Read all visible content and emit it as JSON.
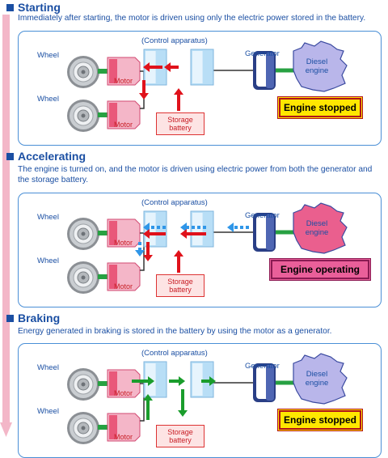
{
  "sections": [
    {
      "title": "Starting",
      "description": "Immediately after starting, the motor is driven using only the electric power stored in the battery.",
      "control_label": "(Control apparatus)",
      "wheel_labels": [
        "Wheel",
        "Wheel"
      ],
      "motor_labels": [
        "Motor",
        "Motor"
      ],
      "generator_label": "Generator",
      "engine_label": "Diesel engine",
      "battery_label": "Storage battery",
      "status": "Engine stopped",
      "status_style": "stopped",
      "engine_color": "#b9b6ea",
      "flow": "battery-to-motor"
    },
    {
      "title": "Accelerating",
      "description": "The engine is turned on, and the motor is driven using electric power from both the generator and the storage battery.",
      "control_label": "(Control apparatus)",
      "wheel_labels": [
        "Wheel",
        "Wheel"
      ],
      "motor_labels": [
        "Motor",
        "Motor"
      ],
      "generator_label": "Generator",
      "engine_label": "Diesel engine",
      "battery_label": "Storage battery",
      "status": "Engine operating",
      "status_style": "operating",
      "engine_color": "#ea5f8e",
      "flow": "both-to-motor"
    },
    {
      "title": "Braking",
      "description": "Energy generated in braking is stored in the battery by using the motor as a generator.",
      "control_label": "(Control apparatus)",
      "wheel_labels": [
        "Wheel",
        "Wheel"
      ],
      "motor_labels": [
        "Motor",
        "Motor"
      ],
      "generator_label": "Generator",
      "engine_label": "Diesel engine",
      "battery_label": "Storage battery",
      "status": "Engine stopped",
      "status_style": "stopped",
      "engine_color": "#b9b6ea",
      "flow": "motor-to-battery"
    }
  ],
  "colors": {
    "title": "#1b4fa3",
    "panel_border": "#4a8fd6",
    "power_arrow": "#e0121b",
    "generator_arrow": "#2f96e8",
    "braking_arrow": "#1a9d2c",
    "progress_arrow": "#f3b7c8",
    "motor": "#e9587a",
    "control": "#b8def6"
  },
  "icons": [
    "wheel-icon",
    "motor-icon",
    "control-unit-icon",
    "generator-icon",
    "diesel-engine-icon",
    "flow-arrow-icon",
    "down-arrow-icon"
  ]
}
